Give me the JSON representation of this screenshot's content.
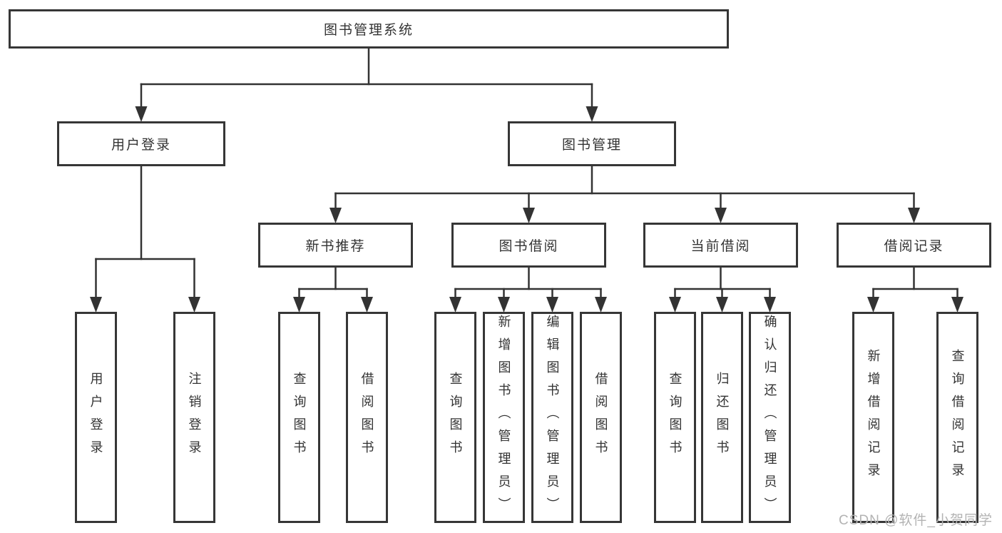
{
  "tree": {
    "label": "图书管理系统",
    "children": [
      {
        "label": "用户登录",
        "children": [
          {
            "label": "用户登录"
          },
          {
            "label": "注销登录"
          }
        ]
      },
      {
        "label": "图书管理",
        "children": [
          {
            "label": "新书推荐",
            "children": [
              {
                "label": "查询图书"
              },
              {
                "label": "借阅图书"
              }
            ]
          },
          {
            "label": "图书借阅",
            "children": [
              {
                "label": "查询图书"
              },
              {
                "label": "新增图书（管理员）"
              },
              {
                "label": "编辑图书（管理员）"
              },
              {
                "label": "借阅图书"
              }
            ]
          },
          {
            "label": "当前借阅",
            "children": [
              {
                "label": "查询图书"
              },
              {
                "label": "归还图书"
              },
              {
                "label": "确认归还（管理员）"
              }
            ]
          },
          {
            "label": "借阅记录",
            "children": [
              {
                "label": "新增借阅记录"
              },
              {
                "label": "查询借阅记录"
              }
            ]
          }
        ]
      }
    ]
  },
  "watermark": "CSDN @软件_小贺同学",
  "colors": {
    "line": "#333333",
    "box_border": "#363636",
    "text": "#333333",
    "watermark": "#b3b3b3",
    "background": "#ffffff"
  }
}
